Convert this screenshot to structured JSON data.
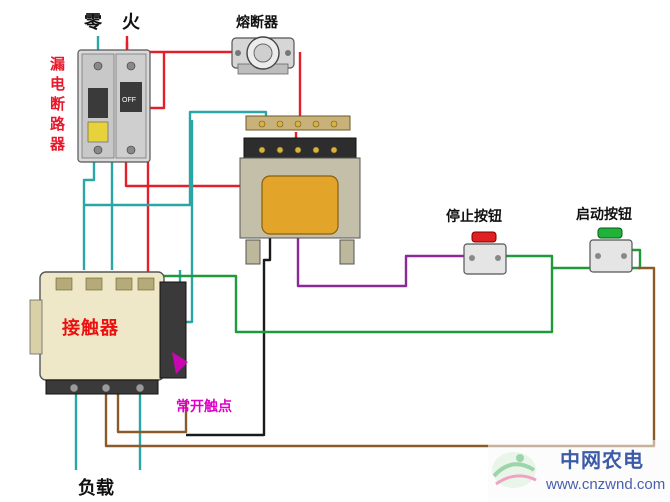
{
  "labels": {
    "neutral": "零",
    "live": "火",
    "fuse": "熔断器",
    "breaker": [
      "漏",
      "电",
      "断",
      "路",
      "器"
    ],
    "stop_button": "停止按钮",
    "start_button": "启动按钮",
    "contactor": "接触器",
    "no_contact": "常开触点",
    "load": "负载"
  },
  "breaker_marks": {
    "off": "OFF"
  },
  "watermark": {
    "name": "中网农电",
    "url": "www.cnzwnd.com"
  },
  "colors": {
    "red_wire": "#e3202a",
    "cyan_wire": "#2aa6a6",
    "black_wire": "#1a1a1a",
    "green_wire": "#1f9a3a",
    "purple_wire": "#8a2a96",
    "brown_wire": "#8b5a2b",
    "label_red": "#e8182a",
    "label_magenta": "#e100c8"
  }
}
